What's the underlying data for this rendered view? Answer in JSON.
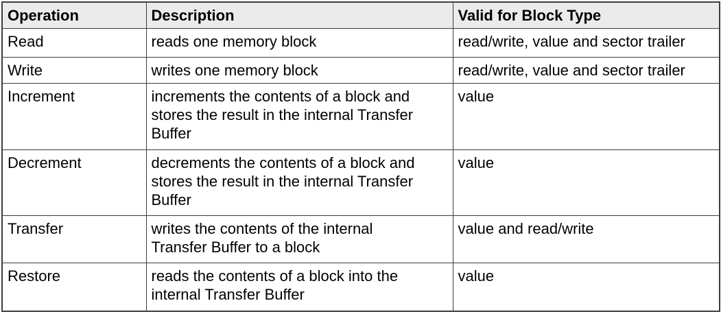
{
  "table": {
    "colors": {
      "header_bg": "#ebebeb",
      "border": "#3c3c3c",
      "text": "#000000"
    },
    "columns": [
      {
        "key": "operation",
        "label": "Operation"
      },
      {
        "key": "description",
        "label": "Description"
      },
      {
        "key": "valid",
        "label": "Valid for Block Type"
      }
    ],
    "rows": [
      {
        "operation": "Read",
        "description": "reads one memory block",
        "valid": "read/write, value and sector trailer"
      },
      {
        "operation": "Write",
        "description": "writes one memory block",
        "valid": "read/write, value and sector trailer"
      },
      {
        "operation": "Increment",
        "description": "increments the contents of a block and stores the result in the internal Transfer Buffer",
        "valid": "value"
      },
      {
        "operation": "Decrement",
        "description": "decrements the contents of a block and stores the result in the internal Transfer Buffer",
        "valid": "value"
      },
      {
        "operation": "Transfer",
        "description": "writes the contents of the internal Transfer Buffer to a block",
        "valid": "value and read/write"
      },
      {
        "operation": "Restore",
        "description": "reads the contents of a block into the internal Transfer Buffer",
        "valid": "value"
      }
    ]
  }
}
